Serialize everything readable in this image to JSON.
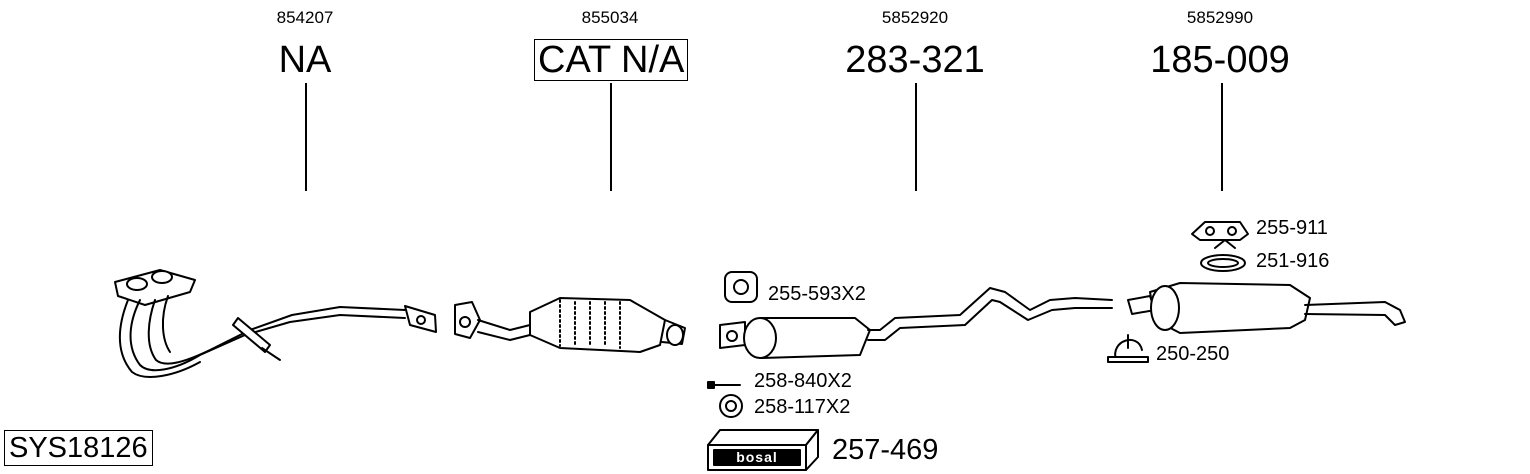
{
  "system_id": "SYS18126",
  "components": [
    {
      "oe_number": "854207",
      "part_number": "NA"
    },
    {
      "oe_number": "855034",
      "part_number": "CAT N/A"
    },
    {
      "oe_number": "5852920",
      "part_number": "283-321"
    },
    {
      "oe_number": "5852990",
      "part_number": "185-009"
    }
  ],
  "fittings": {
    "hanger_a": "255-593X2",
    "bolt": "258-840X2",
    "ring": "258-117X2",
    "hanger_b": "255-911",
    "clamp_a": "251-916",
    "clamp_b": "250-250"
  },
  "kit": {
    "brand": "bosal",
    "number": "257-469"
  }
}
